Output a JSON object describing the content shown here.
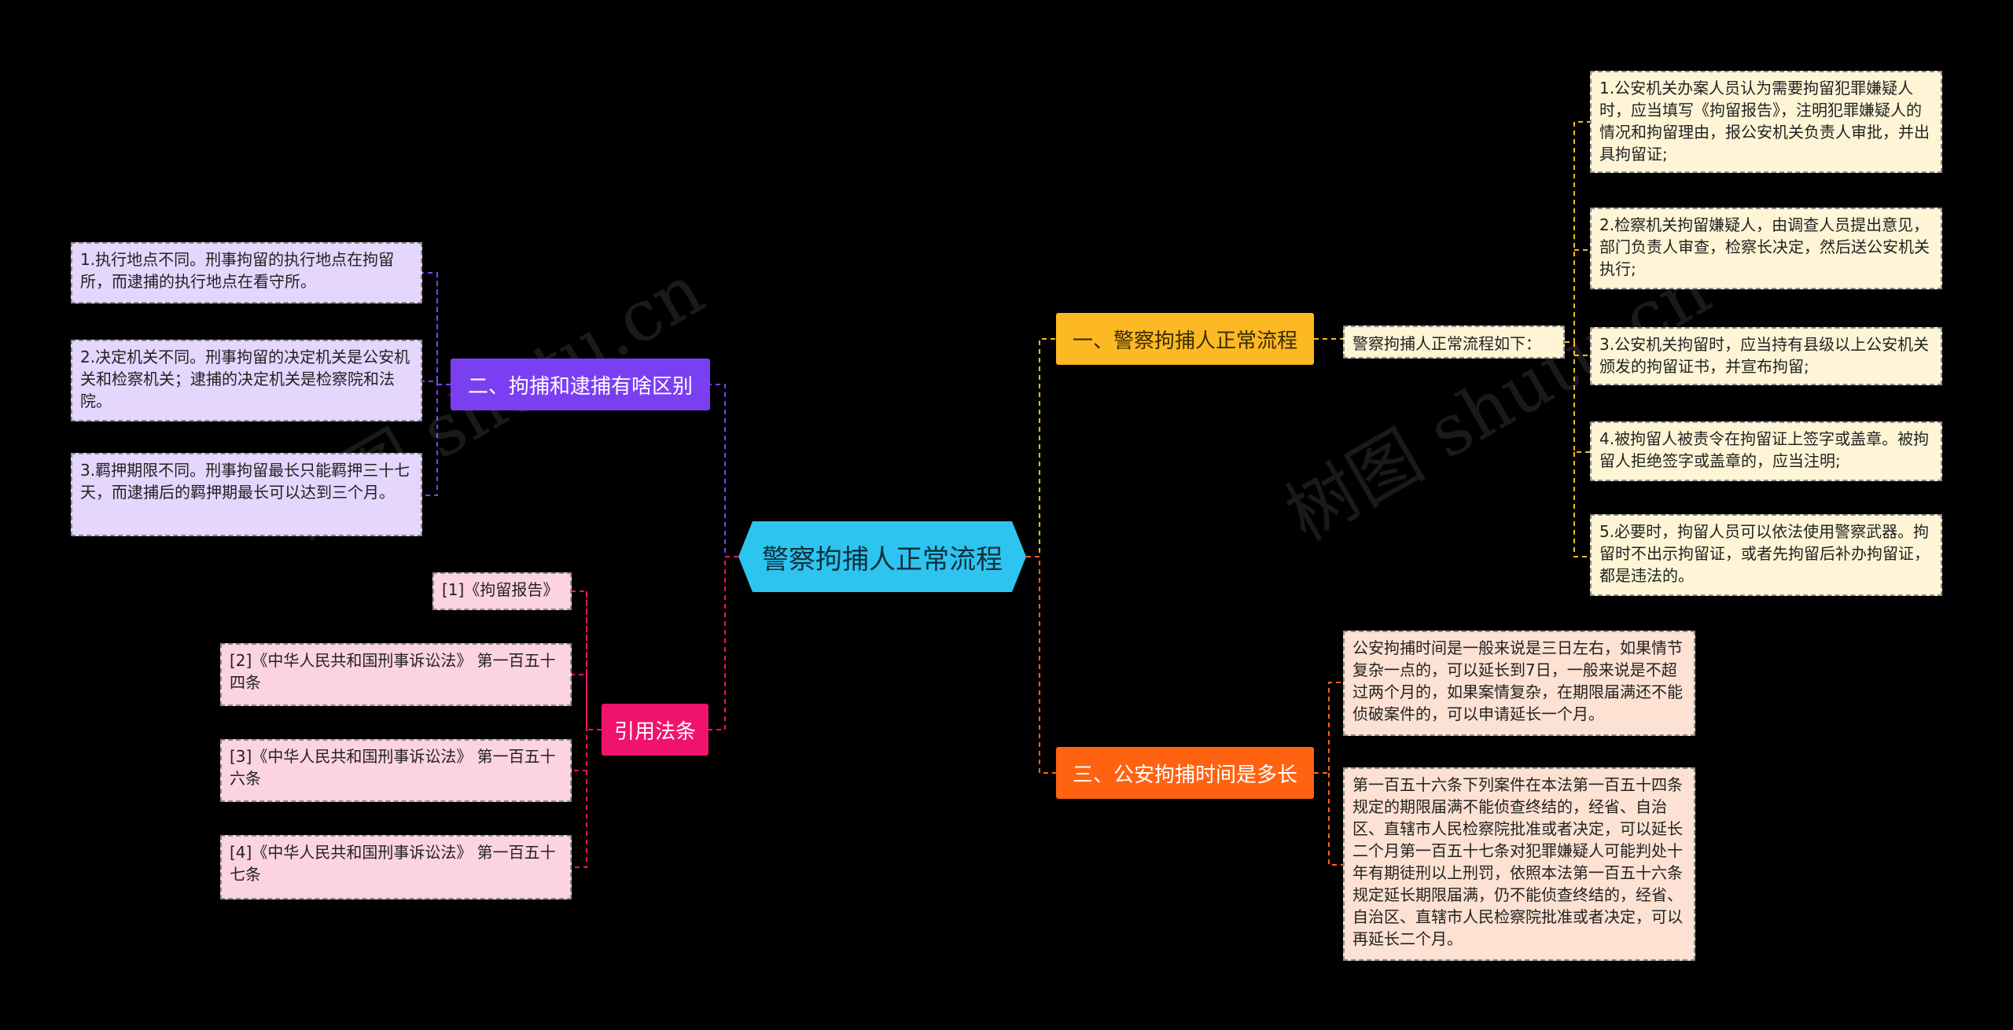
{
  "root": {
    "label": "警察拘捕人正常流程"
  },
  "topics": {
    "normal_flow": {
      "label": "一、警察拘捕人正常流程",
      "intro": "警察拘捕人正常流程如下：",
      "steps": [
        "1.公安机关办案人员认为需要拘留犯罪嫌疑人时，应当填写《拘留报告》，注明犯罪嫌疑人的情况和拘留理由，报公安机关负责人审批，并出具拘留证;",
        "2.检察机关拘留嫌疑人，由调查人员提出意见，部门负责人审查，检察长决定，然后送公安机关执行;",
        "3.公安机关拘留时，应当持有县级以上公安机关颁发的拘留证书，并宣布拘留;",
        "4.被拘留人被责令在拘留证上签字或盖章。被拘留人拒绝签字或盖章的，应当注明;",
        "5.必要时，拘留人员可以依法使用警察武器。拘留时不出示拘留证，或者先拘留后补办拘留证，都是违法的。"
      ]
    },
    "difference": {
      "label": "二、拘捕和逮捕有啥区别",
      "items": [
        "1.执行地点不同。刑事拘留的执行地点在拘留所，而逮捕的执行地点在看守所。",
        "2.决定机关不同。刑事拘留的决定机关是公安机关和检察机关；逮捕的决定机关是检察院和法院。",
        "3.羁押期限不同。刑事拘留最长只能羁押三十七天，而逮捕后的羁押期最长可以达到三个月。"
      ]
    },
    "duration": {
      "label": "三、公安拘捕时间是多长",
      "items": [
        "公安拘捕时间是一般来说是三日左右，如果情节复杂一点的，可以延长到7日，一般来说是不超过两个月的，如果案情复杂，在期限届满还不能侦破案件的，可以申请延长一个月。",
        "第一百五十六条下列案件在本法第一百五十四条规定的期限届满不能侦查终结的，经省、自治区、直辖市人民检察院批准或者决定，可以延长二个月第一百五十七条对犯罪嫌疑人可能判处十年有期徒刑以上刑罚，依照本法第一百五十六条规定延长期限届满，仍不能侦查终结的，经省、自治区、直辖市人民检察院批准或者决定，可以再延长二个月。"
      ]
    },
    "citations": {
      "label": "引用法条",
      "items": [
        "[1]《拘留报告》",
        "[2]《中华人民共和国刑事诉讼法》 第一百五十四条",
        "[3]《中华人民共和国刑事诉讼法》 第一百五十六条",
        "[4]《中华人民共和国刑事诉讼法》 第一百五十七条"
      ]
    }
  },
  "watermark": "树图 shutu.cn",
  "colors": {
    "background": "#000000",
    "root": "#2ec4f0",
    "normal_flow": "#fdb924",
    "difference": "#7b3ff2",
    "duration": "#ff6312",
    "citations": "#f0136d"
  }
}
